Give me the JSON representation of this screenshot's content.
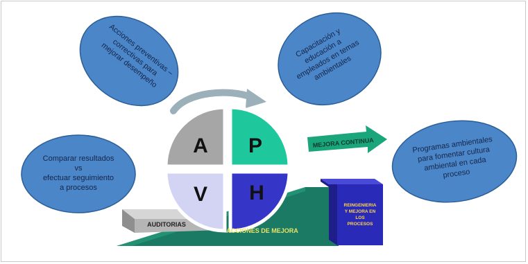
{
  "colors": {
    "bubble_fill": "#4a86c8",
    "bubble_stroke": "#2b5d96",
    "quad_a": "#a6a6a6",
    "quad_p": "#1ec79c",
    "quad_v": "#d3d3f4",
    "quad_h": "#3535c8",
    "ramp": "#1a7a63",
    "ramp_light": "#2aa07f",
    "box": "#2a2ab8",
    "box_top": "#4a4ad8",
    "box_text": "#ffd54a",
    "green_text": "#e8e26a"
  },
  "bubbles": {
    "top_left": [
      "Acciones preventivas –",
      "correctivas para",
      "mejorar desempeño"
    ],
    "top_right": [
      "Capacitación y",
      "educación a",
      "empleados en temas",
      "ambientales"
    ],
    "left": [
      "Comparar resultados",
      "vs",
      "efectuar seguimiento",
      "a procesos"
    ],
    "right": [
      "Programas ambientales",
      "para fomentar cultura",
      "ambiental en cada",
      "proceso"
    ]
  },
  "quadrants": {
    "a": "A",
    "p": "P",
    "v": "V",
    "h": "H"
  },
  "labels": {
    "mejora_continua": "MEJORA CONTINUA",
    "auditorias": "AUDITORIAS",
    "acciones_mejora": "ACCIONES DE MEJORA",
    "box": [
      "REINGENIERIA",
      "Y MEJORA EN",
      "LOS",
      "PROCESOS"
    ]
  }
}
